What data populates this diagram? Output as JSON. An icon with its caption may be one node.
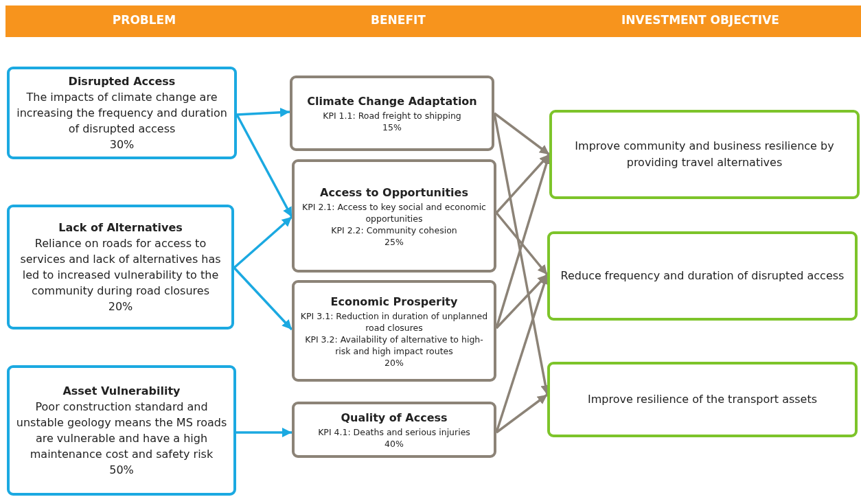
{
  "diagram": {
    "nodes": [
      {
        "text": [
          "Disrupted Access",
          "The impacts of climate change are increasing the frequency and duration of disrupted access",
          "30%"
        ]
      },
      {
        "text": [
          "Lack of Alternatives",
          "Reliance on roads for access to services and lack of alternatives has led to increased vulnerability to the community during road closures",
          "20%"
        ]
      },
      {
        "text": [
          "Asset Vulnerability",
          "Poor construction standard and unstable geology means the MS roads are vulnerable and have a high maintenance cost and safety risk",
          "50%"
        ]
      },
      {
        "text": [
          "Climate Change Adaptation",
          "KPI 1.1: Road freight to shipping",
          "15%"
        ]
      },
      {
        "text": [
          "Access to Opportunities",
          "KPI 2.1: Access to key social and economic opportunities",
          "KPI 2.2: Community cohesion",
          "25%"
        ]
      },
      {
        "text": [
          "Economic Prosperity",
          "KPI 3.1: Reduction in duration of unplanned road closures",
          "KPI 3.2: Availability of alternative to high-risk and high impact routes",
          "20%"
        ]
      },
      {
        "text": [
          "Quality of Access",
          "KPI 4.1: Deaths and serious injuries",
          "40%"
        ]
      },
      {
        "text": [
          "Improve community and business resilience by providing travel alternatives"
        ]
      },
      {
        "text": [
          "Reduce frequency and duration of disrupted access"
        ]
      },
      {
        "text": [
          "Improve resilience of the transport assets"
        ]
      }
    ],
    "edges": [
      {
        "from": 0,
        "to": 3,
        "arrow": "to",
        "color": "#1ba9e1"
      },
      {
        "from": 0,
        "to": 4,
        "arrow": "to",
        "color": "#1ba9e1"
      },
      {
        "from": 1,
        "to": 4,
        "arrow": "to",
        "color": "#1ba9e1"
      },
      {
        "from": 1,
        "to": 5,
        "arrow": "to",
        "color": "#1ba9e1"
      },
      {
        "from": 2,
        "to": 6,
        "arrow": "to",
        "color": "#1ba9e1"
      },
      {
        "from": 3,
        "to": 7,
        "arrow": "to"
      },
      {
        "from": 3,
        "to": 9,
        "arrow": "to"
      },
      {
        "from": 4,
        "to": 7,
        "arrow": "to"
      },
      {
        "from": 4,
        "to": 8,
        "arrow": "to"
      },
      {
        "from": 5,
        "to": 7,
        "arrow": "to"
      },
      {
        "from": 5,
        "to": 8,
        "arrow": "to"
      },
      {
        "from": 6,
        "to": 8,
        "arrow": "to"
      },
      {
        "from": 6,
        "to": 9,
        "arrow": "to"
      }
    ],
    "labels": [
      "PROBLEM",
      "BENEFIT",
      "INVESTMENT OBJECTIVE"
    ]
  }
}
